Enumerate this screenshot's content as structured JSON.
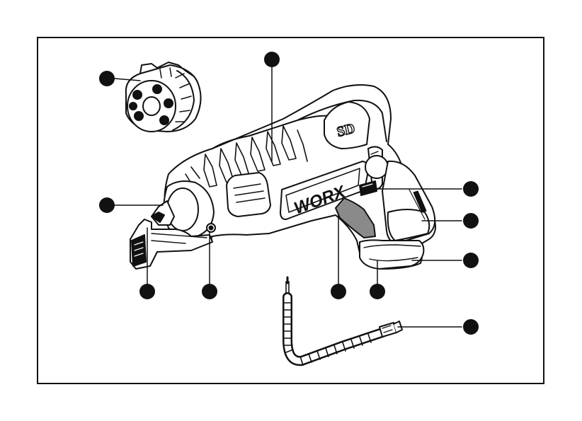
{
  "figure": {
    "brand_text": "WORX",
    "model_text": "SD",
    "ink_color": "#111111",
    "background_color": "#ffffff",
    "shade_color": "#8a8a8a",
    "callout_count": 11
  }
}
